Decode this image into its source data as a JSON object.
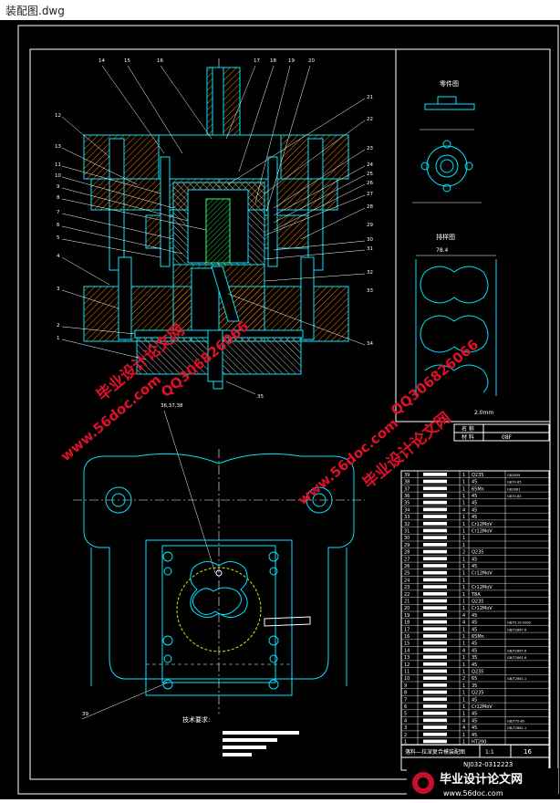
{
  "window": {
    "title": "装配图.dwg"
  },
  "colors": {
    "background": "#000000",
    "border": "#ffffff",
    "outline": "#00e5ff",
    "hatch": "#ff7b00",
    "watermark": "#e0102a"
  },
  "part_view": {
    "title": "零件图"
  },
  "strip_view": {
    "title": "排样图",
    "width_dim": "78.4"
  },
  "material": {
    "thickness": "2.0mm",
    "name_label": "名 称",
    "material_label": "材 料",
    "material_value": "08F"
  },
  "tech_requirements": {
    "title": "技术要求:"
  },
  "callouts": {
    "top": [
      "14",
      "15",
      "16",
      "17",
      "18",
      "19",
      "20"
    ],
    "left": [
      "12",
      "13",
      "11",
      "10",
      "9",
      "8",
      "7",
      "6",
      "5",
      "4",
      "3",
      "2",
      "1"
    ],
    "right": [
      "21",
      "22",
      "23",
      "24",
      "25",
      "26",
      "27",
      "28",
      "29",
      "30",
      "31",
      "32",
      "33",
      "34"
    ],
    "bottom": "35",
    "group": "36,37,38",
    "plan": "39"
  },
  "bom": {
    "rows": [
      {
        "no": "39",
        "qty": "1",
        "mat": "Q235",
        "std": "GB2859"
      },
      {
        "no": "38",
        "qty": "1",
        "mat": "45",
        "std": "GB70-85"
      },
      {
        "no": "37",
        "qty": "1",
        "mat": "65Mn",
        "std": "GB2861"
      },
      {
        "no": "36",
        "qty": "1",
        "mat": "45",
        "std": "GB70-85"
      },
      {
        "no": "35",
        "qty": "1",
        "mat": "45",
        "std": ""
      },
      {
        "no": "34",
        "qty": "4",
        "mat": "45",
        "std": ""
      },
      {
        "no": "33",
        "qty": "1",
        "mat": "45",
        "std": ""
      },
      {
        "no": "32",
        "qty": "1",
        "mat": "Cr12MoV",
        "std": ""
      },
      {
        "no": "31",
        "qty": "1",
        "mat": "Cr12MoV",
        "std": ""
      },
      {
        "no": "30",
        "qty": "1",
        "mat": "",
        "std": ""
      },
      {
        "no": "29",
        "qty": "1",
        "mat": "",
        "std": ""
      },
      {
        "no": "28",
        "qty": "2",
        "mat": "Q235",
        "std": ""
      },
      {
        "no": "27",
        "qty": "1",
        "mat": "45",
        "std": ""
      },
      {
        "no": "26",
        "qty": "1",
        "mat": "45",
        "std": ""
      },
      {
        "no": "25",
        "qty": "1",
        "mat": "Cr12MoV",
        "std": ""
      },
      {
        "no": "24",
        "qty": "1",
        "mat": "",
        "std": ""
      },
      {
        "no": "23",
        "qty": "1",
        "mat": "Cr12MoV",
        "std": ""
      },
      {
        "no": "22",
        "qty": "1",
        "mat": "T8A",
        "std": ""
      },
      {
        "no": "21",
        "qty": "1",
        "mat": "Q235",
        "std": ""
      },
      {
        "no": "20",
        "qty": "1",
        "mat": "Cr12MoV",
        "std": ""
      },
      {
        "no": "19",
        "qty": "4",
        "mat": "45",
        "std": ""
      },
      {
        "no": "18",
        "qty": "4",
        "mat": "45",
        "std": "GB/T119-2000"
      },
      {
        "no": "17",
        "qty": "1",
        "mat": "45",
        "std": "GB/T2867.6"
      },
      {
        "no": "16",
        "qty": "1",
        "mat": "65Mn",
        "std": ""
      },
      {
        "no": "15",
        "qty": "1",
        "mat": "45",
        "std": ""
      },
      {
        "no": "14",
        "qty": "4",
        "mat": "45",
        "std": "GB/T2867.6"
      },
      {
        "no": "13",
        "qty": "1",
        "mat": "35",
        "std": "GB/T2861.6"
      },
      {
        "no": "12",
        "qty": "1",
        "mat": "45",
        "std": ""
      },
      {
        "no": "11",
        "qty": "1",
        "mat": "Q235",
        "std": ""
      },
      {
        "no": "10",
        "qty": "2",
        "mat": "65",
        "std": "GB/T2861.1"
      },
      {
        "no": "9",
        "qty": "1",
        "mat": "35",
        "std": ""
      },
      {
        "no": "8",
        "qty": "1",
        "mat": "Q235",
        "std": ""
      },
      {
        "no": "7",
        "qty": "1",
        "mat": "45",
        "std": ""
      },
      {
        "no": "6",
        "qty": "1",
        "mat": "Cr12MoV",
        "std": ""
      },
      {
        "no": "5",
        "qty": "1",
        "mat": "45",
        "std": ""
      },
      {
        "no": "4",
        "qty": "4",
        "mat": "45",
        "std": "GB/T70-85"
      },
      {
        "no": "3",
        "qty": "4",
        "mat": "45",
        "std": "GB/T2861.1"
      },
      {
        "no": "2",
        "qty": "1",
        "mat": "45",
        "std": ""
      },
      {
        "no": "1",
        "qty": "1",
        "mat": "HT200",
        "std": ""
      }
    ]
  },
  "title_block": {
    "name": "落料—拉深复合模装配图",
    "scale": "1:1",
    "sheet": "16",
    "drawing_no": "NJ032-0312223"
  },
  "watermarks": {
    "site": "www.56doc.com",
    "brand": "毕业设计论文网",
    "qq": "QQ306826066",
    "logo_text": "毕业设计论文网",
    "logo_url": "www.56doc.com"
  }
}
